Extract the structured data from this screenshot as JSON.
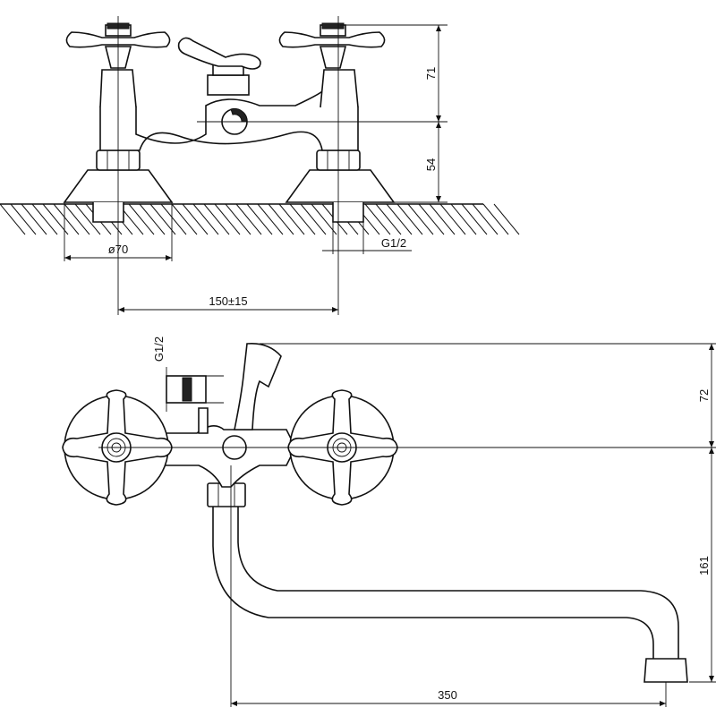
{
  "dimensions": {
    "diameter": "ø70",
    "thread_top": "G1/2",
    "spacing": "150±15",
    "height_upper": "71",
    "height_lower": "54",
    "thread_side": "G1/2",
    "height_handle": "72",
    "height_spout": "161",
    "spout_length": "350"
  }
}
